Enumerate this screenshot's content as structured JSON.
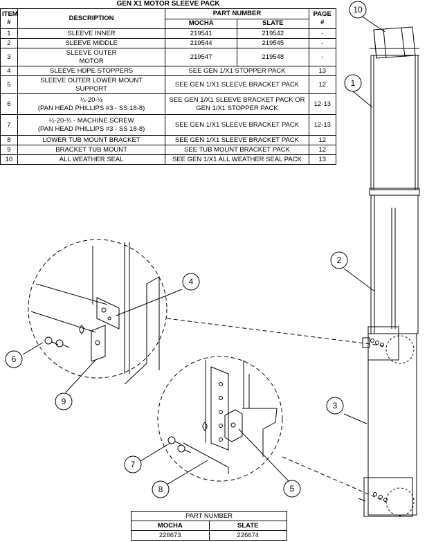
{
  "title": "GEN X1 MOTOR SLEEVE PACK",
  "table": {
    "headers": {
      "item": "ITEM\n#",
      "description": "DESCRIPTION",
      "part_number": "PART NUMBER",
      "mocha": "MOCHA",
      "slate": "SLATE",
      "page": "PAGE\n#"
    },
    "rows": [
      {
        "item": "1",
        "description": "SLEEVE INNER",
        "mocha": "219541",
        "slate": "219542",
        "page": "-"
      },
      {
        "item": "2",
        "description": "SLEEVE MIDDLE",
        "mocha": "219544",
        "slate": "219545",
        "page": "-"
      },
      {
        "item": "3",
        "description": "SLEEVE OUTER\nMOTOR",
        "mocha": "219547",
        "slate": "219548",
        "page": "-"
      },
      {
        "item": "4",
        "description": "SLEEVE HDPE STOPPERS",
        "part": "SEE GEN 1/X1 STOPPER PACK",
        "page": "13"
      },
      {
        "item": "5",
        "description": "SLEEVE OUTER LOWER MOUNT\nSUPPORT",
        "part": "SEE GEN 1/X1 SLEEVE BRACKET PACK",
        "page": "12"
      },
      {
        "item": "6",
        "description": "¼-20-½\n(PAN HEAD PHILLIPS #3 - SS 18-8)",
        "part": "SEE GEN 1/X1 SLEEVE BRACKET PACK OR\nGEN 1/X1 STOPPER PACK",
        "page": "12-13"
      },
      {
        "item": "7",
        "description": "¼-20-¾ - MACHINE SCREW\n(PAN HEAD PHILLIPS #3 - SS 18-8)",
        "part": "SEE GEN 1/X1 SLEEVE BRACKET PACK",
        "page": "12-13"
      },
      {
        "item": "8",
        "description": "LOWER TUB MOUNT BRACKET",
        "part": "SEE GEN 1/X1 SLEEVE BRACKET PACK",
        "page": "12"
      },
      {
        "item": "9",
        "description": "BRACKET TUB MOUNT",
        "part": "SEE TUB MOUNT BRACKET PACK",
        "page": "12"
      },
      {
        "item": "10",
        "description": "ALL WEATHER SEAL",
        "part": "SEE GEN 1/X1 ALL WEATHER SEAL PACK",
        "page": "13"
      }
    ]
  },
  "callouts": [
    "1",
    "2",
    "3",
    "4",
    "5",
    "6",
    "7",
    "8",
    "9",
    "10"
  ],
  "bottom_table": {
    "header": "PART NUMBER",
    "mocha_label": "MOCHA",
    "slate_label": "SLATE",
    "mocha_value": "226673",
    "slate_value": "226674"
  }
}
